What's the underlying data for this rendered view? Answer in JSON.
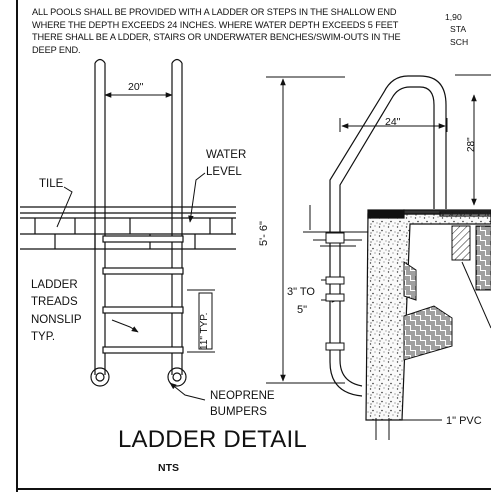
{
  "notes": {
    "lines": [
      "ALL POOLS SHALL BE PROVIDED WITH A LADDER OR STEPS IN THE SHALLOW END",
      "WHERE THE DEPTH EXCEEDS 24 INCHES. WHERE WATER DEPTH EXCEEDS 5 FEET",
      "THERE SHALL BE A LDDER, STAIRS OR UNDERWATER BENCHES/SWIM-OUTS IN THE",
      "DEEP END."
    ]
  },
  "corner_notes": [
    "1,90",
    "STA",
    "SCH"
  ],
  "labels": {
    "width_20": "20\"",
    "width_24": "24\"",
    "water_level_1": "WATER",
    "water_level_2": "LEVEL",
    "tile": "TILE",
    "ladder_treads_1": "LADDER",
    "ladder_treads_2": "TREADS",
    "ladder_treads_3": "NONSLIP",
    "ladder_treads_4": "TYP.",
    "tread_spacing": "11\" TYP.",
    "depth_5_6": "5'- 6\"",
    "depth_28": "28\"",
    "range_1": "3\" TO",
    "range_2": "5\"",
    "bumpers_1": "NEOPRENE",
    "bumpers_2": "BUMPERS",
    "pvc": "1\" PVC"
  },
  "title": "LADDER DETAIL",
  "scale": "NTS"
}
